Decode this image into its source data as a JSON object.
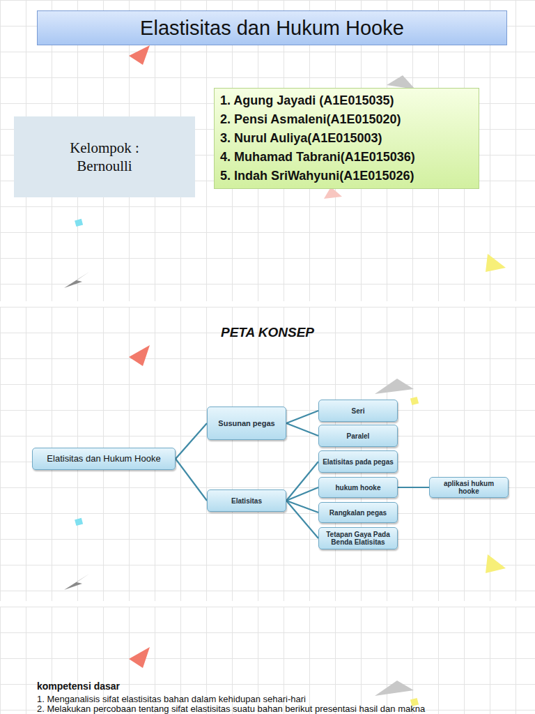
{
  "diagram": {
    "title": "Elastisitas dan Hukum Hooke",
    "nodes": [
      {
        "text": [
          "Kelompok : Bernoulli"
        ]
      },
      {
        "text": [
          "1.  Agung Jayadi (A1E015035)",
          "2.  Pensi Asmaleni(A1E015020)",
          "3.  Nurul Auliya(A1E015003)",
          "4.  Muhamad Tabrani(A1E015036)",
          "5.  Indah SriWahyuni(A1E015026)"
        ]
      },
      {
        "text": [
          "Elatisitas dan Hukum Hooke"
        ]
      },
      {
        "text": [
          "Susunan pegas"
        ]
      },
      {
        "text": [
          "Seri"
        ]
      },
      {
        "text": [
          "Paralel"
        ]
      },
      {
        "text": [
          "Elatisitas"
        ]
      },
      {
        "text": [
          "Elatisitas pada pegas"
        ]
      },
      {
        "text": [
          "hukum hooke"
        ]
      },
      {
        "text": [
          "aplikasi hukum hooke"
        ]
      },
      {
        "text": [
          "Rangkalan pegas"
        ]
      },
      {
        "text": [
          "Tetapan Gaya Pada Benda Elatisitas"
        ]
      }
    ],
    "edges": [
      {
        "from": 2,
        "to": 3,
        "arrow": "none"
      },
      {
        "from": 2,
        "to": 6,
        "arrow": "none"
      },
      {
        "from": 3,
        "to": 4,
        "arrow": "none"
      },
      {
        "from": 3,
        "to": 5,
        "arrow": "none"
      },
      {
        "from": 6,
        "to": 7,
        "arrow": "none"
      },
      {
        "from": 6,
        "to": 8,
        "arrow": "none"
      },
      {
        "from": 6,
        "to": 10,
        "arrow": "none"
      },
      {
        "from": 6,
        "to": 11,
        "arrow": "none"
      },
      {
        "from": 8,
        "to": 9,
        "arrow": "none"
      }
    ],
    "labels": [
      "PETA KONSEP",
      "kompetensi dasar",
      "1.  Menganalisis sifat elastisitas bahan dalam kehidupan sehari-hari",
      "2.  Melakukan percobaan tentang sifat elastisitas suatu bahan berikut presentasi hasil dan makna"
    ]
  }
}
